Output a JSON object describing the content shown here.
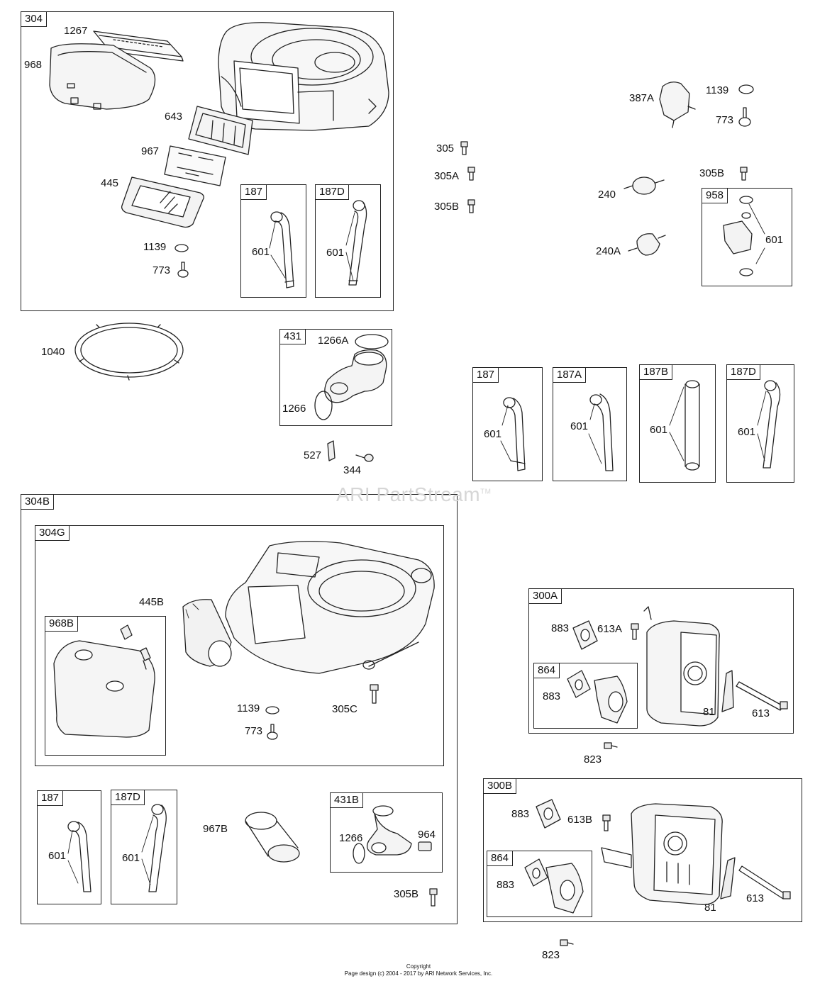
{
  "watermark": {
    "text": "ARI PartStream",
    "tm": "TM"
  },
  "copyright": {
    "line1": "Copyright",
    "line2": "Page design (c) 2004 - 2017 by ARI Network Services, Inc."
  },
  "groups": {
    "g304": "304",
    "g187_a": "187",
    "g187d_a": "187D",
    "g958": "958",
    "g431": "431",
    "g187_b": "187",
    "g187a": "187A",
    "g187b": "187B",
    "g187d_b": "187D",
    "g304b": "304B",
    "g304g": "304G",
    "g968b": "968B",
    "g187_c": "187",
    "g187d_c": "187D",
    "g431b": "431B",
    "g300a": "300A",
    "g864_a": "864",
    "g300b": "300B",
    "g864_b": "864"
  },
  "labels": {
    "l1267": "1267",
    "l968": "968",
    "l643": "643",
    "l967": "967",
    "l445": "445",
    "l1139_a": "1139",
    "l773_a": "773",
    "l601_a": "601",
    "l601_b": "601",
    "l387a": "387A",
    "l1139_b": "1139",
    "l773_b": "773",
    "l305": "305",
    "l305a": "305A",
    "l305b_a": "305B",
    "l305b_b": "305B",
    "l240": "240",
    "l240a": "240A",
    "l601_c": "601",
    "l1040": "1040",
    "l1266a": "1266A",
    "l1266_a": "1266",
    "l527": "527",
    "l344": "344",
    "l601_d": "601",
    "l601_e": "601",
    "l601_f": "601",
    "l601_g": "601",
    "l445b": "445B",
    "l1139_c": "1139",
    "l773_c": "773",
    "l305c": "305C",
    "l601_h": "601",
    "l601_i": "601",
    "l967b": "967B",
    "l1266_b": "1266",
    "l964": "964",
    "l305b_c": "305B",
    "l883_a": "883",
    "l613a": "613A",
    "l883_b": "883",
    "l81_a": "81",
    "l613_a": "613",
    "l823_a": "823",
    "l883_c": "883",
    "l613b": "613B",
    "l883_d": "883",
    "l81_b": "81",
    "l613_b": "613",
    "l823_b": "823"
  }
}
